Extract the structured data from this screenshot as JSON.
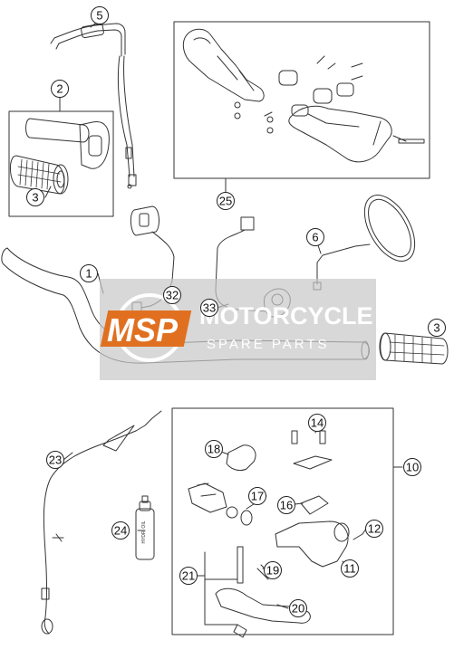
{
  "diagram": {
    "labels": {
      "p1": "1",
      "p2": "2",
      "p3a": "3",
      "p3b": "3",
      "p5": "5",
      "p6": "6",
      "p10": "10",
      "p11": "11",
      "p12": "12",
      "p14": "14",
      "p16": "16",
      "p17": "17",
      "p18": "18",
      "p19": "19",
      "p20": "20",
      "p21": "21",
      "p23": "23",
      "p24": "24",
      "p25": "25",
      "p32": "32",
      "p33": "33"
    },
    "bottle_text": "HYDR. OIL"
  },
  "watermark": {
    "logo": "MSP",
    "line1": "MOTORCYCLE",
    "line2": "SPARE PARTS",
    "box_color": "#c8c8c8",
    "accent_color": "#e07020"
  },
  "colors": {
    "line": "#333333",
    "badge_fill": "#ffffff"
  }
}
